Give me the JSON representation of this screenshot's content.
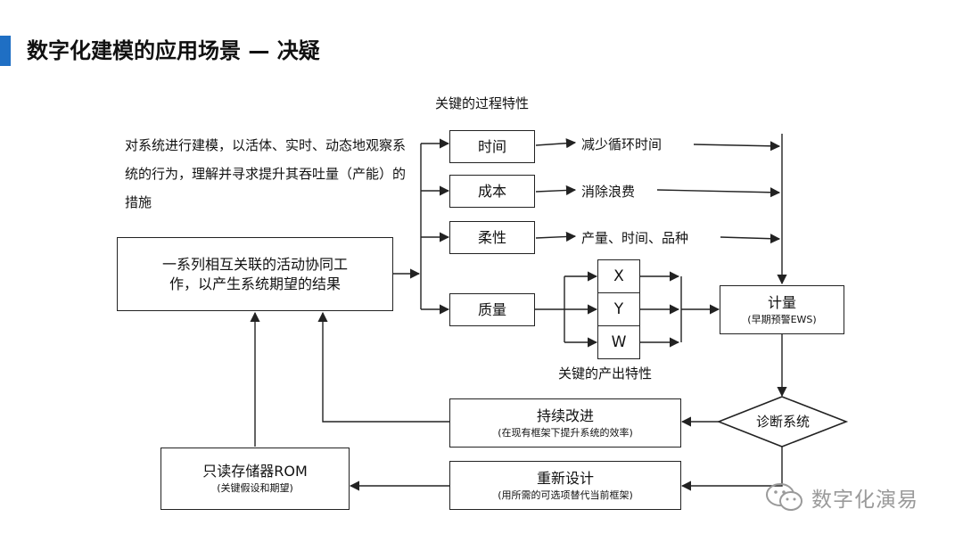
{
  "header": {
    "title": "数字化建模的应用场景 — 决疑",
    "accent_color": "#1f6fc4"
  },
  "process_label": "关键的过程特性",
  "description": "对系统进行建模，以活体、实时、动态地观察系统的行为，理解并寻求提升其吞吐量（产能）的措施",
  "system_box": "一系列相互关联的活动协同工作，以产生系统期望的结果",
  "process_properties": [
    "时间",
    "成本",
    "柔性",
    "质量"
  ],
  "effects": [
    "减少循环时间",
    "消除浪费",
    "产量、时间、品种"
  ],
  "outputs": [
    "X",
    "Y",
    "W"
  ],
  "output_label": "关键的产出特性",
  "measure": {
    "title": "计量",
    "subtitle": "(早期预警EWS)"
  },
  "diagnosis": "诊断系统",
  "improve": {
    "title": "持续改进",
    "subtitle": "(在现有框架下提升系统的效率)"
  },
  "redesign": {
    "title": "重新设计",
    "subtitle": "(用所需的可选项替代当前框架)"
  },
  "rom": {
    "title": "只读存储器ROM",
    "subtitle": "(关键假设和期望)"
  },
  "watermark": {
    "icon": "wechat-icon",
    "text": "数字化演易"
  }
}
